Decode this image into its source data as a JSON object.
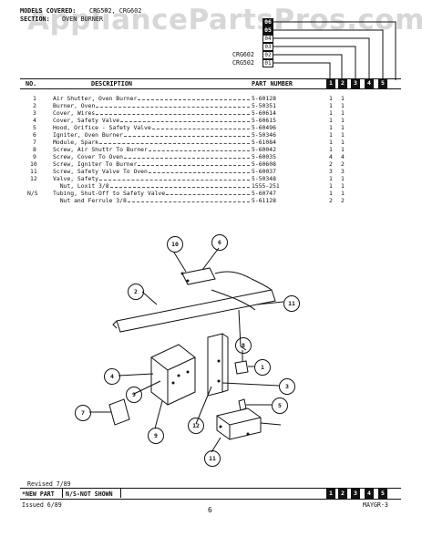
{
  "header": {
    "models_covered_label": "MODELS COVERED:",
    "models_covered_value": "CRG502, CRG602",
    "section_label": "SECTION:",
    "section_value": "OVEN BURNER"
  },
  "watermark": "AppliancePartsPros.com",
  "model_codes": {
    "ladder_boxes": [
      "06",
      "05",
      "04",
      "03",
      "02",
      "01"
    ],
    "model_labels": [
      "CRG602",
      "CRG502"
    ]
  },
  "table": {
    "columns": {
      "no": "NO.",
      "description": "DESCRIPTION",
      "part_number": "PART NUMBER"
    },
    "code_columns": [
      "1",
      "2",
      "3",
      "4",
      "5"
    ],
    "rows": [
      {
        "no": "1",
        "description": "Air Shutter, Oven Burner",
        "part": "5-60128",
        "q1": "1",
        "q2": "1"
      },
      {
        "no": "2",
        "description": "Burner, Oven",
        "part": "5-50351",
        "q1": "1",
        "q2": "1"
      },
      {
        "no": "3",
        "description": "Cover, Wires",
        "part": "5-60614",
        "q1": "1",
        "q2": "1"
      },
      {
        "no": "4",
        "description": "Cover, Safety Valve",
        "part": "5-60615",
        "q1": "1",
        "q2": "1"
      },
      {
        "no": "5",
        "description": "Hood, Orifice - Safety Valve",
        "part": "5-60496",
        "q1": "1",
        "q2": "1"
      },
      {
        "no": "6",
        "description": "Igniter, Oven Burner",
        "part": "5-50346",
        "q1": "1",
        "q2": "1"
      },
      {
        "no": "7",
        "description": "Module, Spark",
        "part": "5-61084",
        "q1": "1",
        "q2": "1"
      },
      {
        "no": "8",
        "description": "Screw, Air Shuttr To Burner",
        "part": "5-60042",
        "q1": "1",
        "q2": "1"
      },
      {
        "no": "9",
        "description": "Screw, Cover To Oven",
        "part": "5-60035",
        "q1": "4",
        "q2": "4"
      },
      {
        "no": "10",
        "description": "Screw, Igniter To Burner",
        "part": "5-60608",
        "q1": "2",
        "q2": "2"
      },
      {
        "no": "11",
        "description": "Screw, Safety Valve To Oven",
        "part": "5-60037",
        "q1": "3",
        "q2": "3"
      },
      {
        "no": "12",
        "description": "Valve, Safety",
        "part": "5-50348",
        "q1": "1",
        "q2": "1"
      },
      {
        "no": "",
        "description": "  Nut, Loxit 3/8",
        "part": "1555-251",
        "q1": "1",
        "q2": "1"
      },
      {
        "no": "N/S",
        "description": "Tubing, Shut-Off to Safety Valve",
        "part": "5-60747",
        "q1": "1",
        "q2": "1"
      },
      {
        "no": "",
        "description": "  Nut and Ferrule 3/8",
        "part": "5-61128",
        "q1": "2",
        "q2": "2"
      }
    ]
  },
  "callouts": [
    "10",
    "6",
    "2",
    "11",
    "8",
    "1",
    "4",
    "9",
    "3",
    "7",
    "9",
    "5",
    "12",
    "11"
  ],
  "footer": {
    "revised": "Revised 7/89",
    "new_part": "*NEW PART",
    "not_shown": "N/S-NOT SHOWN",
    "issued": "Issued 6/89",
    "page_number": "6",
    "doc_code": "MAYGR-3",
    "code_columns": [
      "1",
      "2",
      "3",
      "4",
      "5"
    ]
  }
}
